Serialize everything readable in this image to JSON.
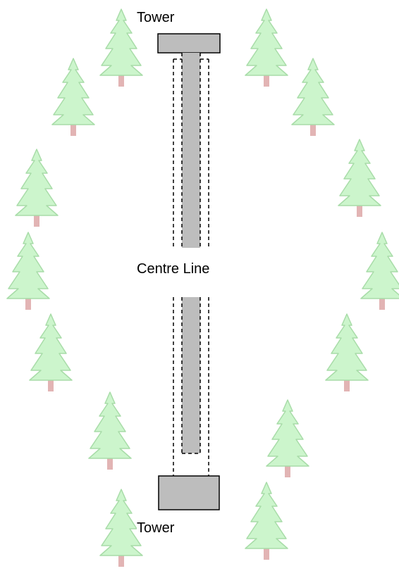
{
  "labels": {
    "tower_top": "Tower",
    "centre_line": "Centre Line",
    "tower_bottom": "Tower"
  },
  "colors": {
    "tower_fill": "#bdbdbd",
    "runway_fill": "#bdbdbd",
    "tree_foliage": "#ccf5cc",
    "tree_foliage_outline": "#a8dca8",
    "tree_trunk": "#e2b4b4",
    "outline": "#000000"
  },
  "icons": {
    "tree": "pine-tree-icon",
    "tower": "tower-block"
  }
}
